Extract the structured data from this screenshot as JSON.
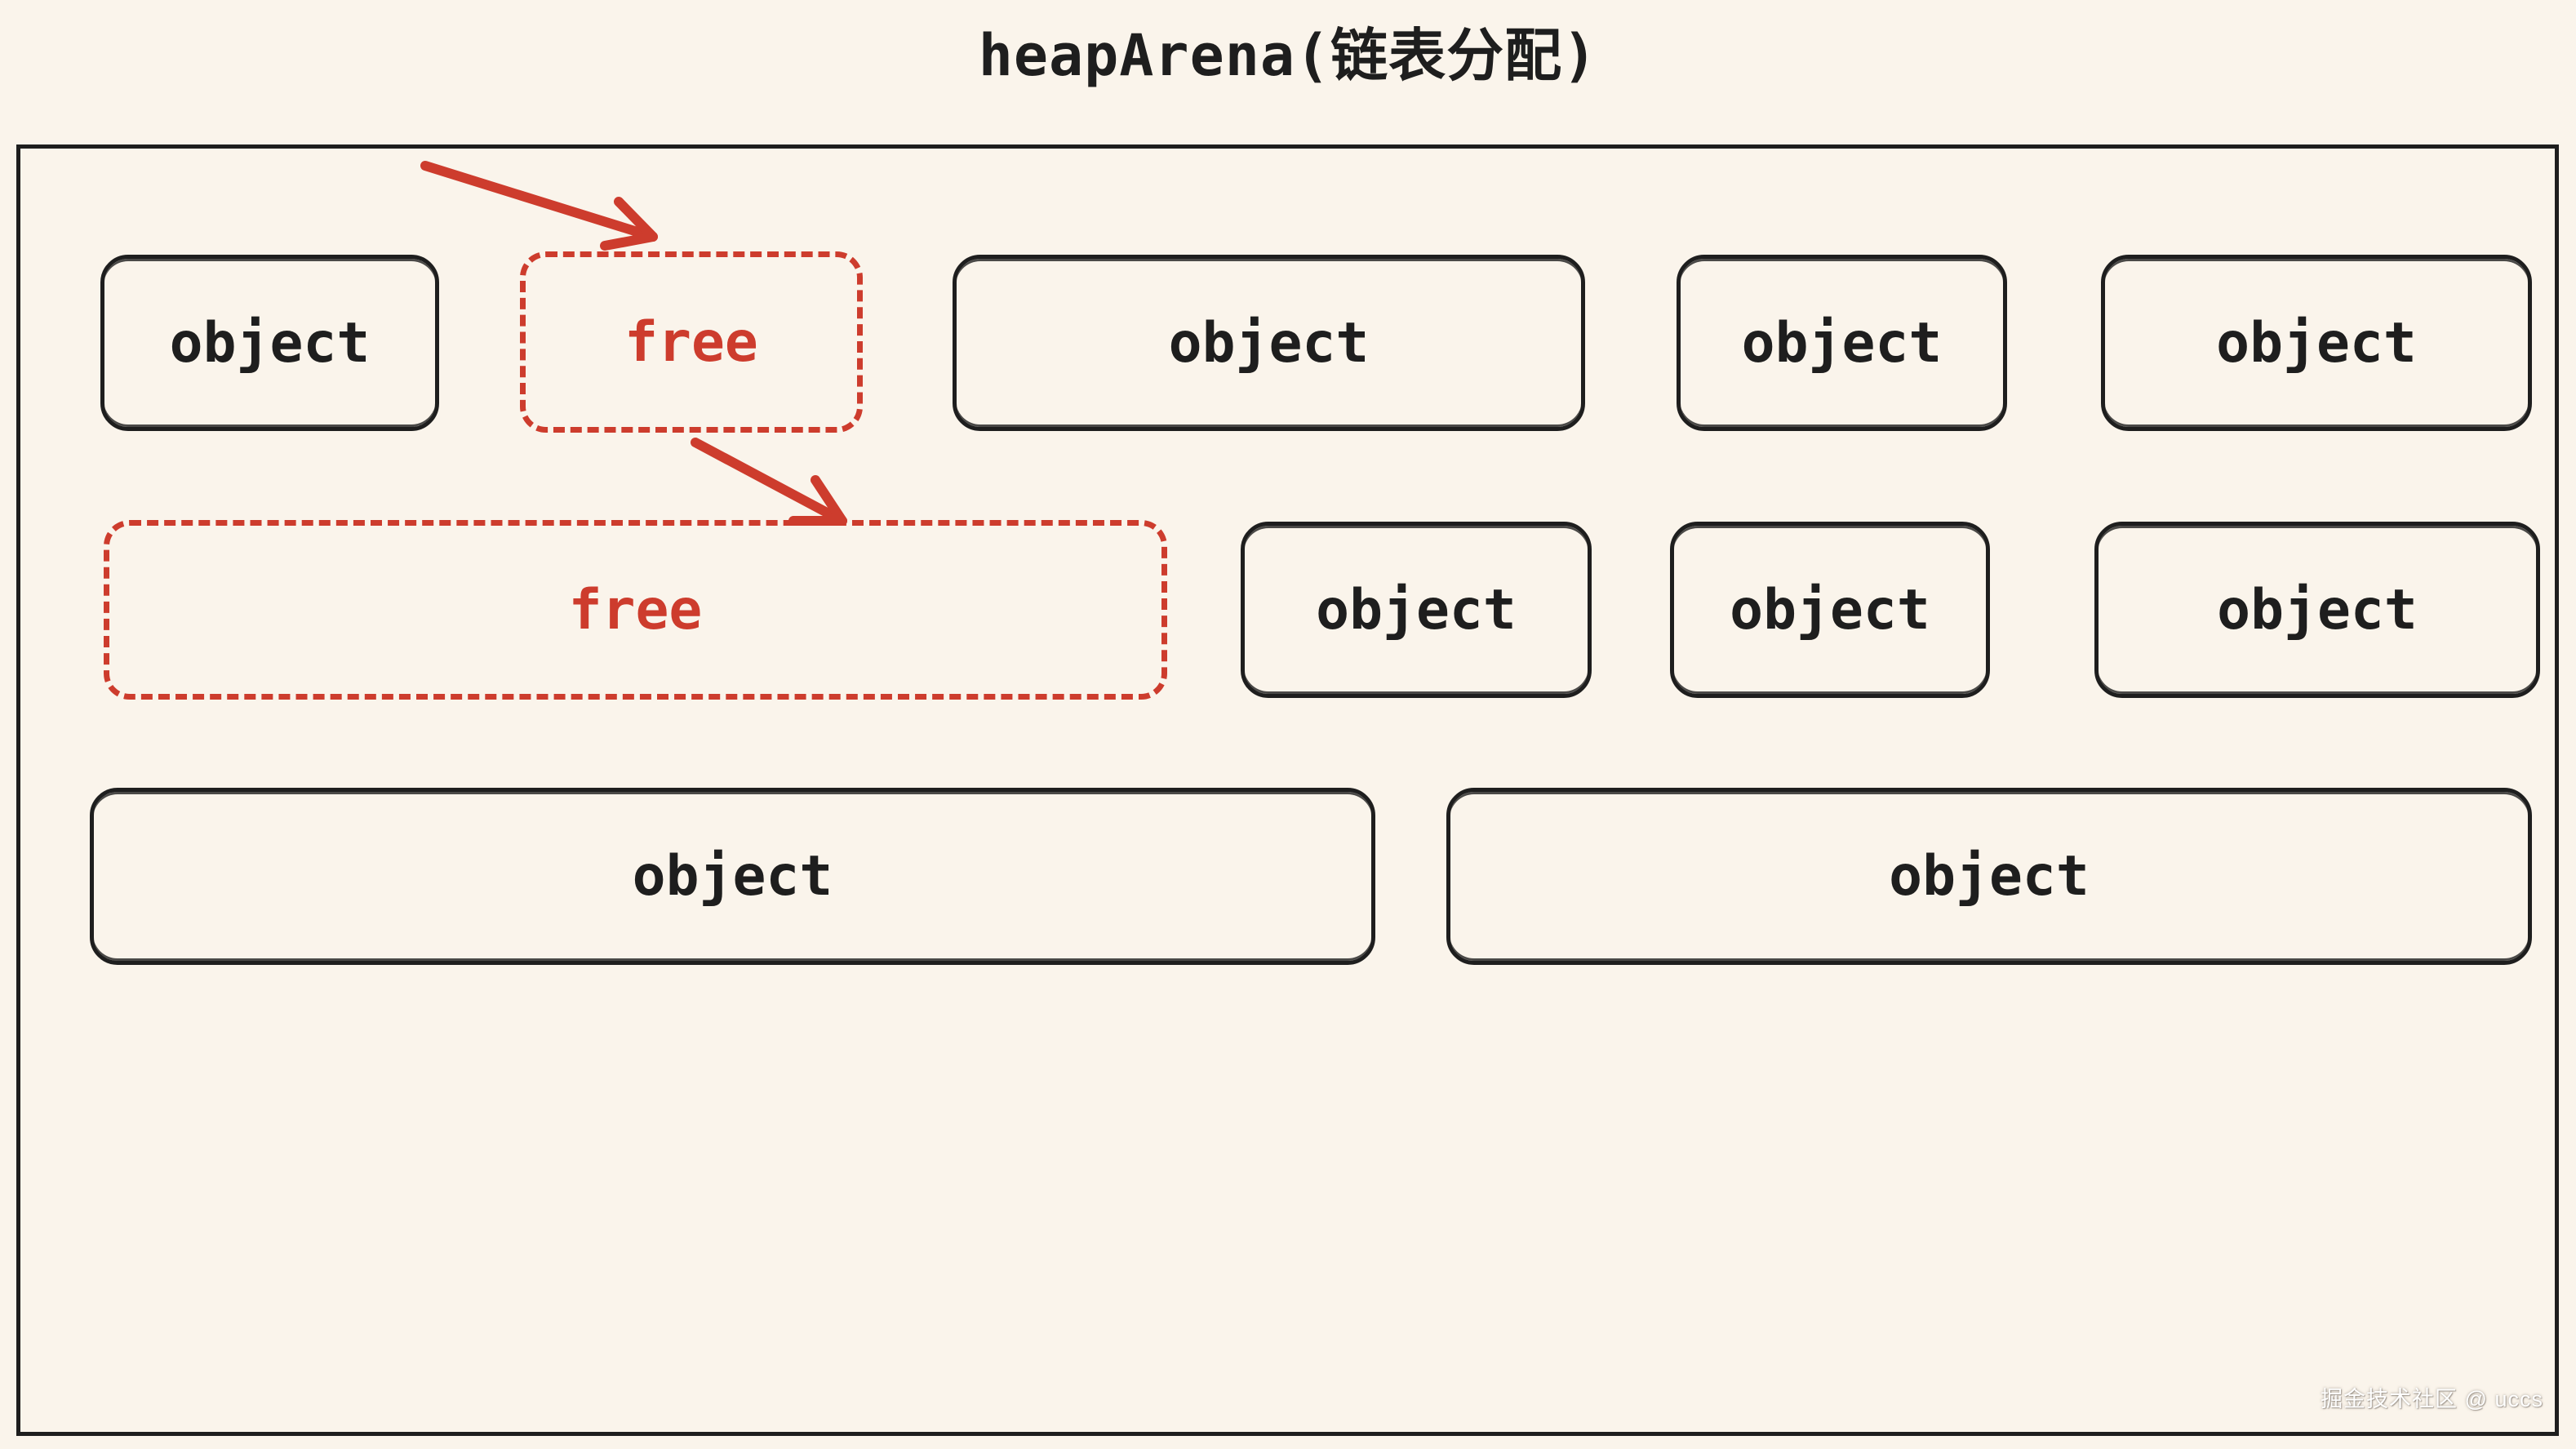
{
  "title": "heapArena(链表分配)",
  "watermark": "掘金技术社区 @ uccs",
  "colors": {
    "background": "#faf4eb",
    "ink": "#1e1e1e",
    "free_red": "#cd3c2d",
    "watermark": "#ffffff"
  },
  "icons": {
    "arrow_1": "red-hand-drawn-arrow-pointing-to-free-block-row1",
    "arrow_2": "red-hand-drawn-arrow-from-free-block-row1-to-free-block-row2"
  },
  "heap": {
    "rows": [
      {
        "blocks": [
          {
            "type": "object",
            "label": "object"
          },
          {
            "type": "free",
            "label": "free"
          },
          {
            "type": "object",
            "label": "object"
          },
          {
            "type": "object",
            "label": "object"
          },
          {
            "type": "object",
            "label": "object"
          }
        ]
      },
      {
        "blocks": [
          {
            "type": "free",
            "label": "free"
          },
          {
            "type": "object",
            "label": "object"
          },
          {
            "type": "object",
            "label": "object"
          },
          {
            "type": "object",
            "label": "object"
          }
        ]
      },
      {
        "blocks": [
          {
            "type": "object",
            "label": "object"
          },
          {
            "type": "object",
            "label": "object"
          }
        ]
      }
    ]
  }
}
